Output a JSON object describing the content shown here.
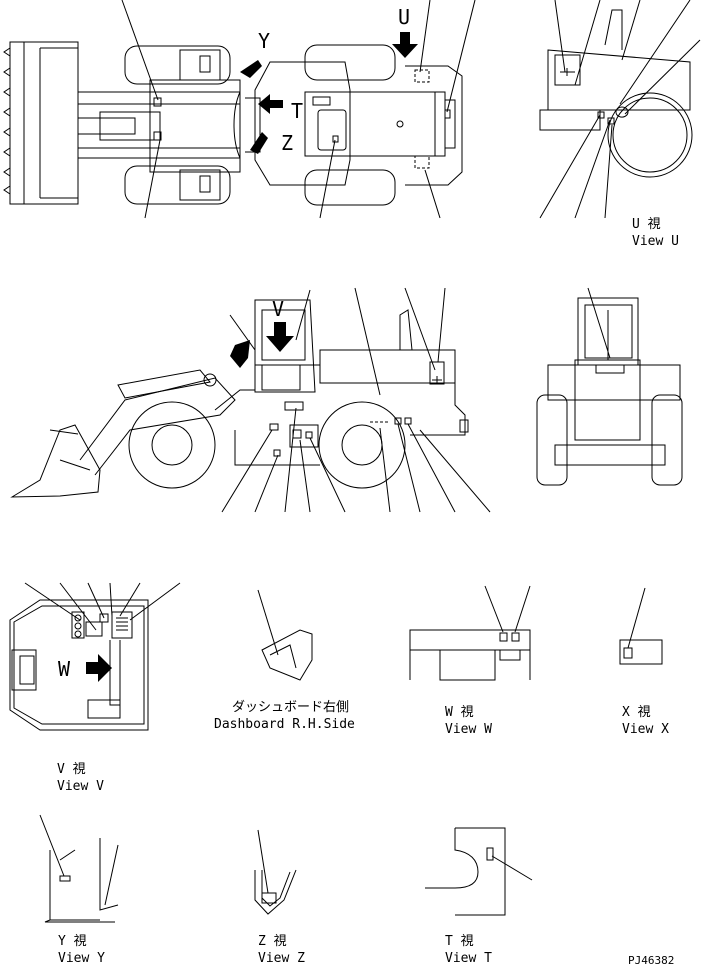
{
  "views": {
    "u_jp": "U 視",
    "u_en": "View U",
    "v_jp": "V 視",
    "v_en": "View V",
    "w_jp": "W 視",
    "w_en": "View W",
    "x_jp": "X 視",
    "x_en": "View X",
    "y_jp": "Y 視",
    "y_en": "View Y",
    "z_jp": "Z 視",
    "z_en": "View Z",
    "t_jp": "T 視",
    "t_en": "View T",
    "dash_jp": "ダッシュボード右側",
    "dash_en": "Dashboard R.H.Side"
  },
  "arrow_letters": {
    "y": "Y",
    "u": "U",
    "t": "T",
    "z": "Z",
    "v": "V",
    "w": "W"
  },
  "drawing_number": "PJ46382"
}
